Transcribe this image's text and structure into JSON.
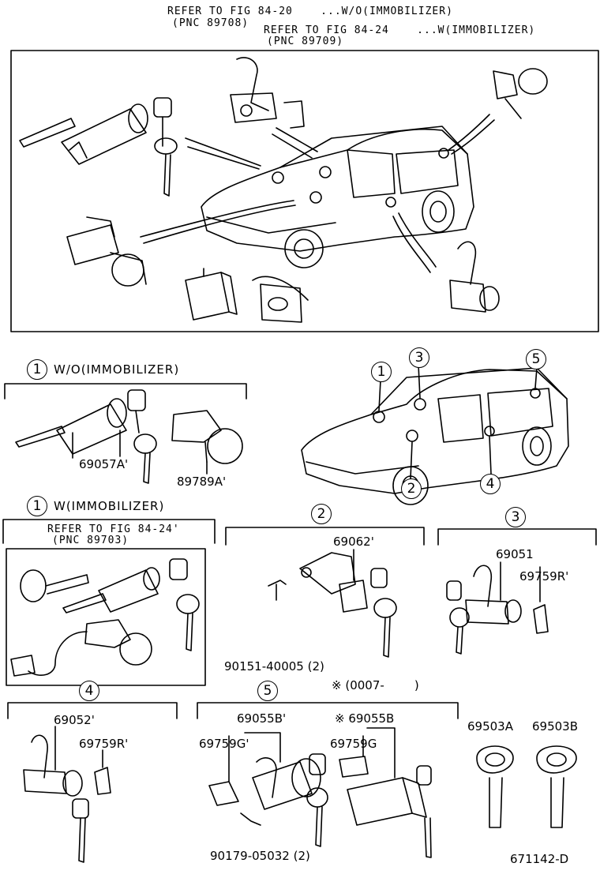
{
  "header": {
    "ref1": "REFER TO FIG 84-20    ...W/O(IMMOBILIZER)",
    "pnc1": "(PNC 89708)",
    "ref2": "REFER TO FIG 84-24    ...W(IMMOBILIZER)",
    "pnc2": "(PNC 89709)"
  },
  "callouts": [
    "1",
    "2",
    "3",
    "4",
    "5"
  ],
  "section1a": {
    "num": "1",
    "label": "W/O(IMMOBILIZER)",
    "parts": [
      "69057A'",
      "89789A'"
    ]
  },
  "section1b": {
    "num": "1",
    "label": "W(IMMOBILIZER)",
    "ref": "REFER TO FIG 84-24'",
    "pnc": "(PNC 89703)"
  },
  "section2": {
    "num": "2",
    "parts": [
      "69062'",
      "90151-40005 (2)"
    ]
  },
  "section3": {
    "num": "3",
    "parts": [
      "69051",
      "69759R'"
    ]
  },
  "section4": {
    "num": "4",
    "parts": [
      "69052'",
      "69759R'"
    ]
  },
  "section5": {
    "num": "5",
    "note": "※ (0007-        )",
    "parts": [
      "69055B'",
      "※ 69055B",
      "69759G'",
      "69759G",
      "90179-05032 (2)"
    ]
  },
  "keys": [
    "69503A",
    "69503B"
  ],
  "figure_id": "671142-D"
}
